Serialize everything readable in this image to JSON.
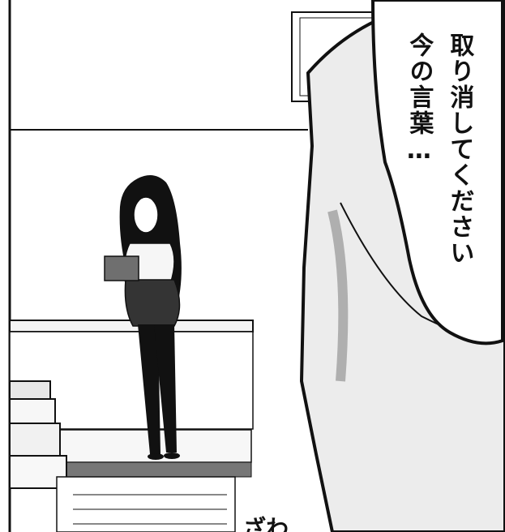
{
  "speech_bubble": {
    "lines": [
      "取り消してください",
      "今の言葉…"
    ]
  },
  "bottom_text": "ざわ",
  "colors": {
    "ink": "#111111",
    "paper": "#ffffff",
    "skin_gray": "#d9d9d9",
    "shadow_gray": "#a8a8a8",
    "floor_gray": "#bfbfbf"
  }
}
